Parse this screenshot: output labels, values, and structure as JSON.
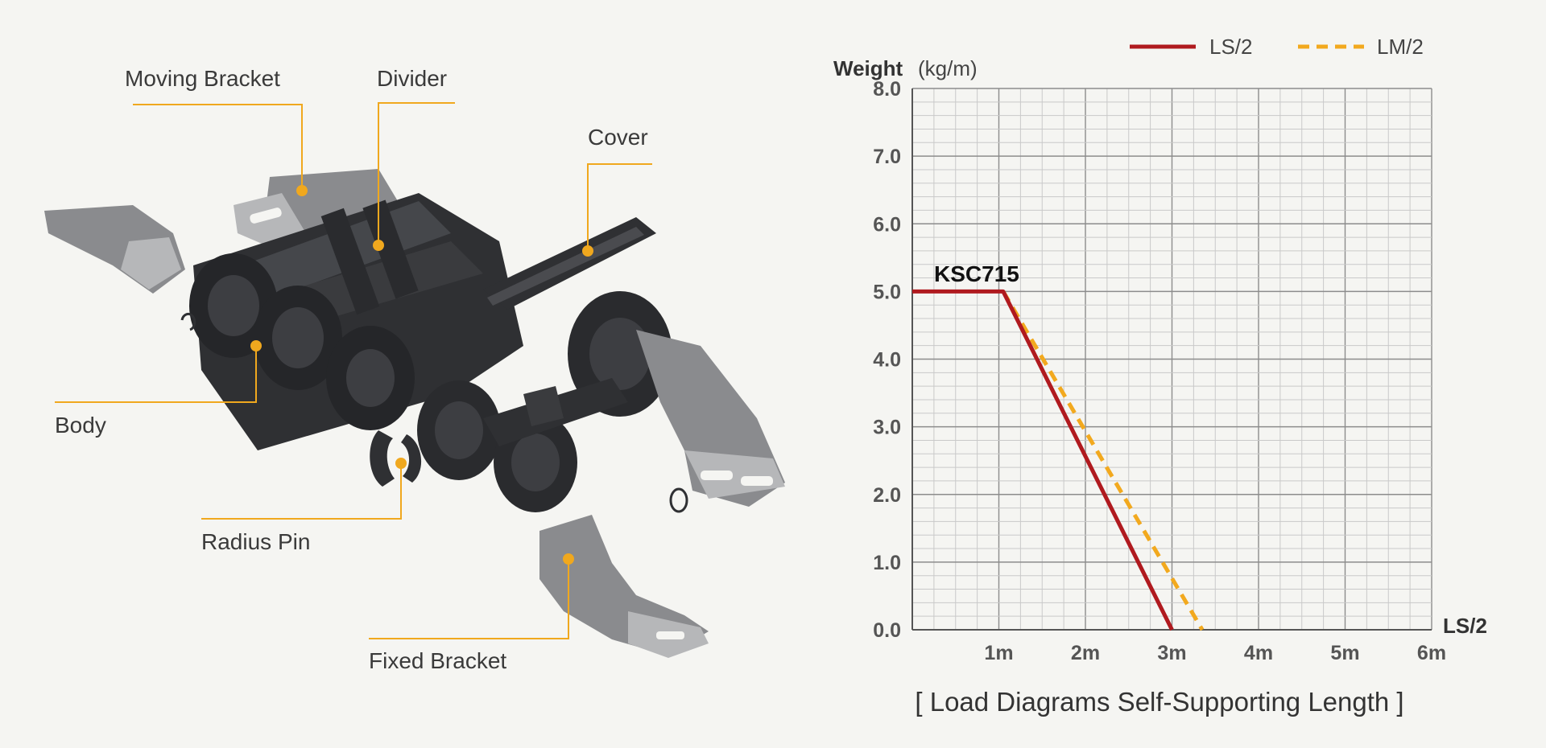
{
  "diagram": {
    "labels": {
      "moving_bracket": "Moving Bracket",
      "divider": "Divider",
      "cover": "Cover",
      "body": "Body",
      "radius_pin": "Radius Pin",
      "fixed_bracket": "Fixed Bracket"
    },
    "colors": {
      "leader": "#f0a81e",
      "part_dark": "#2f3033",
      "part_mid": "#45474b",
      "bracket": "#8a8b8e",
      "bracket_light": "#b6b7b9"
    }
  },
  "chart_data": {
    "type": "line",
    "title": "[ Load Diagrams Self-Supporting Length ]",
    "ylabel_bold": "Weight",
    "ylabel_unit": "(kg/m)",
    "xlabel": "LS/2",
    "annotation": "KSC715",
    "ylim": [
      0,
      8
    ],
    "xlim": [
      0,
      6
    ],
    "y_ticks": [
      "0.0",
      "1.0",
      "2.0",
      "3.0",
      "4.0",
      "5.0",
      "6.0",
      "7.0",
      "8.0"
    ],
    "x_ticks": [
      "1m",
      "2m",
      "3m",
      "4m",
      "5m",
      "6m"
    ],
    "grid": true,
    "legend_position": "top-right",
    "series": [
      {
        "name": "LS/2",
        "color": "#b01a1f",
        "style": "solid",
        "x": [
          0,
          1.05,
          3.0
        ],
        "y": [
          5.0,
          5.0,
          0.0
        ]
      },
      {
        "name": "LM/2",
        "color": "#f2a91e",
        "style": "dashed",
        "x": [
          1.05,
          3.35
        ],
        "y": [
          5.0,
          0.0
        ]
      }
    ]
  }
}
